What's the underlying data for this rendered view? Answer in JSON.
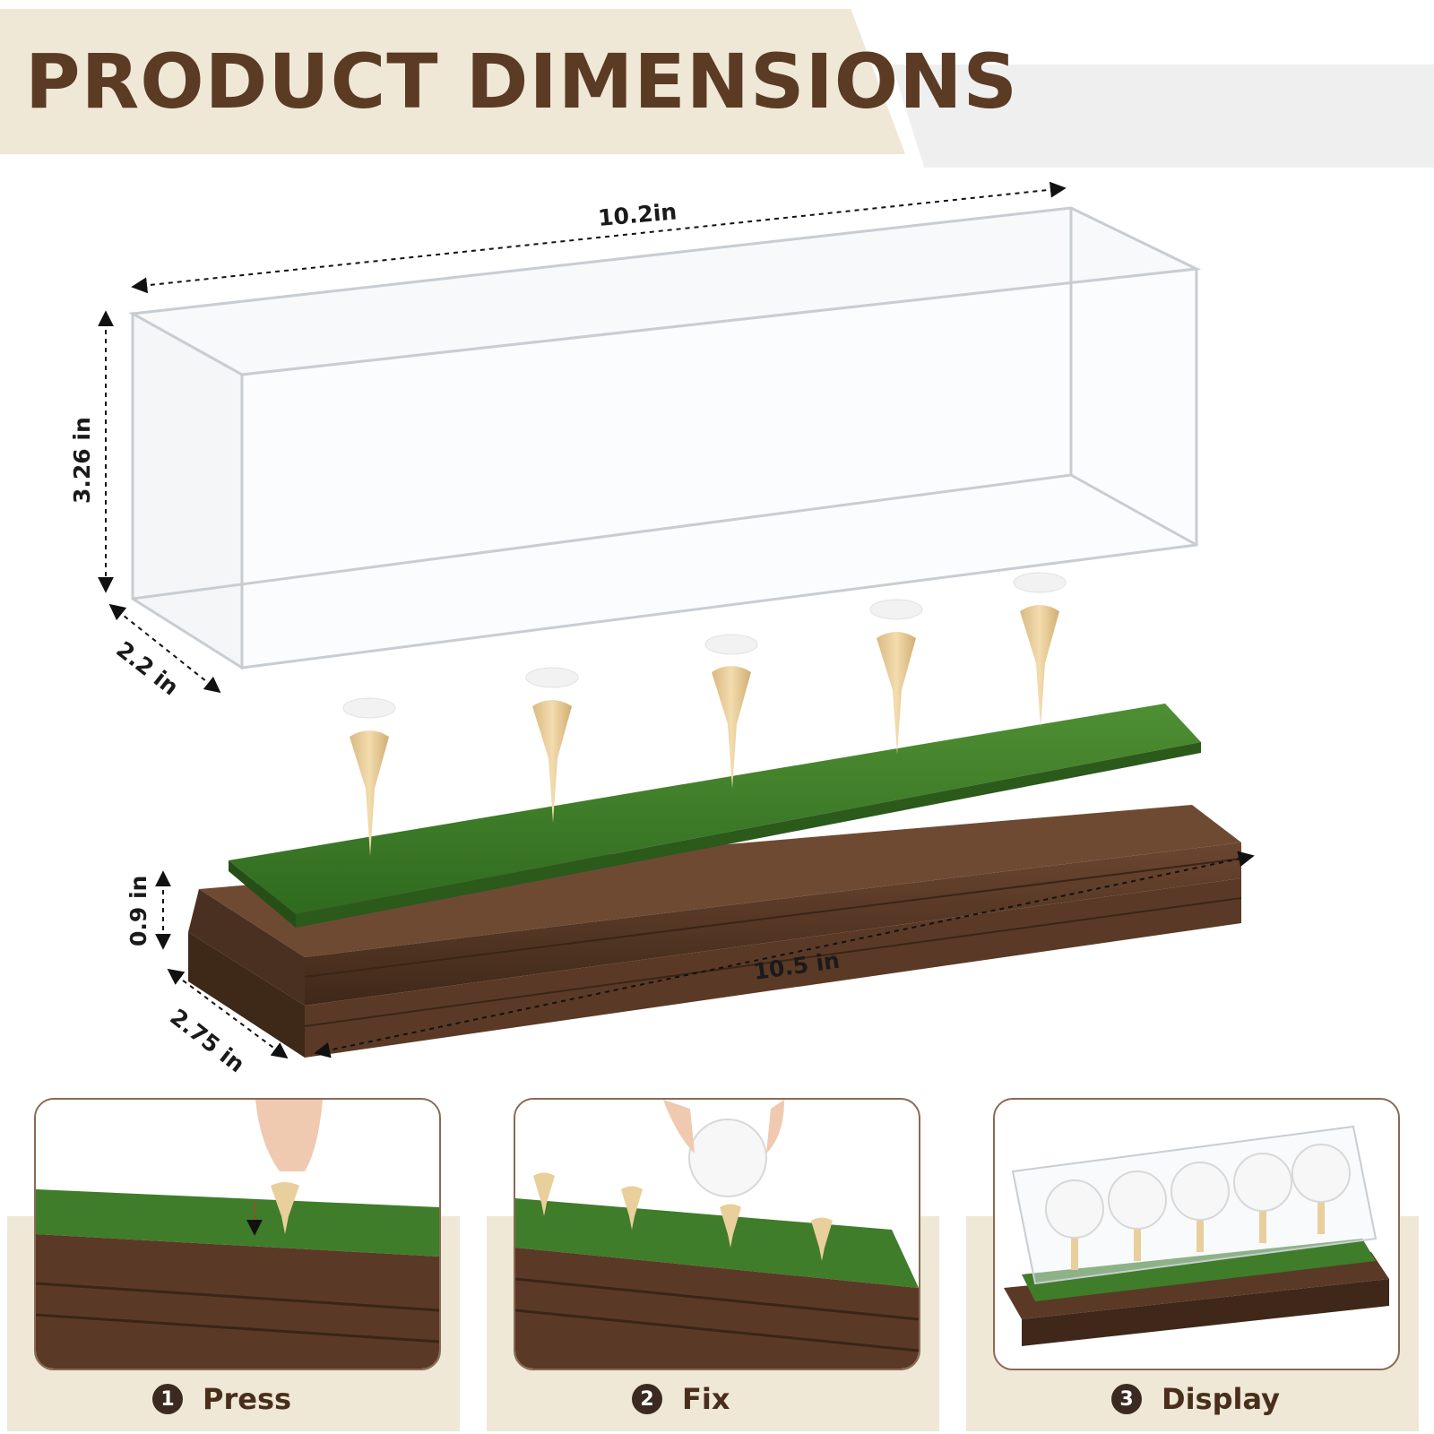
{
  "header": {
    "title": "PRODUCT DIMENSIONS"
  },
  "dimensions": {
    "case_length": "10.2in",
    "case_height": "3.26 in",
    "case_depth": "2.2 in",
    "base_height": "0.9 in",
    "base_length": "10.5 in",
    "base_depth": "2.75 in"
  },
  "steps": [
    {
      "number": "1",
      "label": "Press"
    },
    {
      "number": "2",
      "label": "Fix"
    },
    {
      "number": "3",
      "label": "Display"
    }
  ],
  "colors": {
    "title": "#5b3b24",
    "tab_bg": "#efe8d6",
    "wood": "#5a3a26",
    "grass": "#3f7d2a",
    "tee": "#e9cf9c"
  }
}
